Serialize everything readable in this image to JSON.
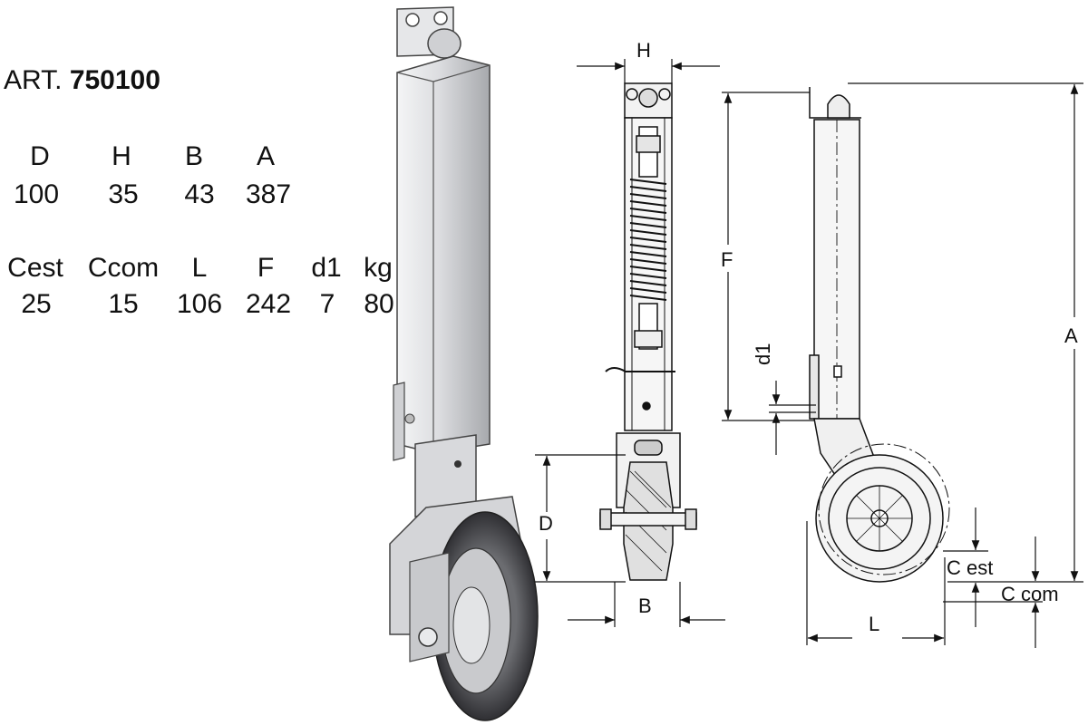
{
  "article": {
    "prefix": "ART.",
    "number": "750100"
  },
  "table1": {
    "headers": [
      "D",
      "H",
      "B",
      "A"
    ],
    "values": [
      "100",
      "35",
      "43",
      "387"
    ]
  },
  "table2": {
    "headers": [
      "Cest",
      "Ccom",
      "L",
      "F",
      "d1",
      "kg"
    ],
    "values": [
      "25",
      "15",
      "106",
      "242",
      "7",
      "80"
    ]
  },
  "dimension_labels": {
    "H": "H",
    "D": "D",
    "B": "B",
    "F": "F",
    "d1": "d1",
    "A": "A",
    "C_est": "C est",
    "C_com": "C com",
    "L": "L"
  },
  "colors": {
    "metal": "#d9dadc",
    "metal_dark": "#9a9ca0",
    "tyre": "#4a4a4e",
    "line": "#111111"
  }
}
